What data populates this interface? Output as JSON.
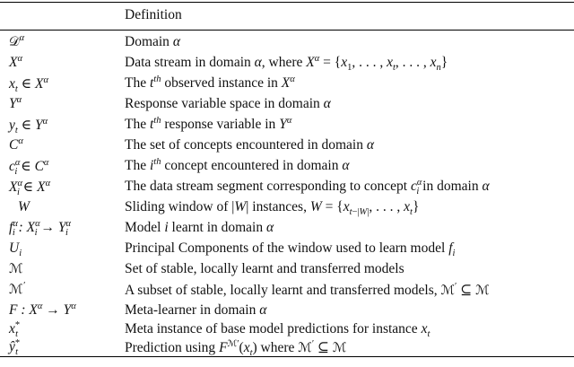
{
  "header": {
    "col2": "Definition"
  },
  "rows": [
    {
      "sym": "D^α",
      "def": "Domain α"
    },
    {
      "sym": "X^α",
      "def": "Data stream in domain α, where X^α = {x_1, ..., x_t, ..., x_n}"
    },
    {
      "sym": "x_t ∈ X^α",
      "def": "The t^th observed instance in X^α"
    },
    {
      "sym": "Y^α",
      "def": "Response variable space in domain α"
    },
    {
      "sym": "y_t ∈ Y^α",
      "def": "The t^th response variable in Y^α"
    },
    {
      "sym": "C^α",
      "def": "The set of concepts encountered in domain α"
    },
    {
      "sym": "c_i^α ∈ C^α",
      "def": "The i^th concept encountered in domain α"
    },
    {
      "sym": "X_i^α ∈ X^α",
      "def": "The data stream segment corresponding to concept c_i^α in domain α"
    },
    {
      "sym": "W",
      "def": "Sliding window of |W| instances, W = {x_{t−|W|}, ..., x_t}"
    },
    {
      "sym": "f_i^α : X_i^α → Y_i^α",
      "def": "Model i learnt in domain α"
    },
    {
      "sym": "U_i",
      "def": "Principal Components of the window used to learn model f_i"
    },
    {
      "sym": "M",
      "def": "Set of stable, locally learnt and transferred models"
    },
    {
      "sym": "M′",
      "def": "A subset of stable, locally learnt and transferred models, M′ ⊆ M"
    },
    {
      "sym": "F : X^α → Y^α",
      "def": "Meta-learner in domain α"
    },
    {
      "sym": "x_t^*",
      "def": "Meta instance of base model predictions for instance x_t"
    },
    {
      "sym": "ŷ_t^*",
      "def": "Prediction using F^{M′}(x_t) where M′ ⊆ M"
    }
  ]
}
